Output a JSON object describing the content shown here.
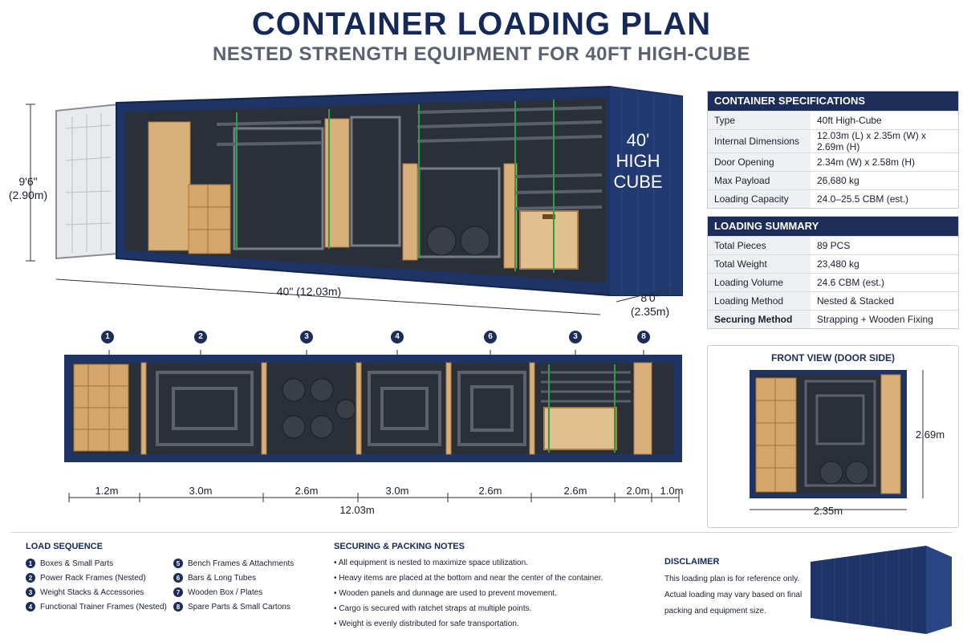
{
  "title": "CONTAINER LOADING PLAN",
  "subtitle": "NESTED STRENGTH EQUIPMENT FOR 40FT HIGH-CUBE",
  "container_label": {
    "line1": "40'",
    "line2": "HIGH",
    "line3": "CUBE"
  },
  "side_view": {
    "height_label": "9'6\"",
    "height_metric": "(2.90m)",
    "length_label": "40\" (12.03m)",
    "width_label": "8'0\"",
    "width_metric": "(2.35m)"
  },
  "specs": {
    "heading": "CONTAINER SPECIFICATIONS",
    "rows": [
      {
        "k": "Type",
        "v": "40ft High-Cube"
      },
      {
        "k": "Internal Dimensions",
        "v": "12.03m (L) x 2.35m (W) x 2.69m (H)"
      },
      {
        "k": "Door Opening",
        "v": "2.34m (W) x 2.58m (H)"
      },
      {
        "k": "Max Payload",
        "v": "26,680 kg"
      },
      {
        "k": "Loading Capacity",
        "v": "24.0–25.5 CBM (est.)"
      }
    ]
  },
  "summary": {
    "heading": "LOADING SUMMARY",
    "rows": [
      {
        "k": "Total Pieces",
        "v": "89 PCS"
      },
      {
        "k": "Total Weight",
        "v": "23,480 kg"
      },
      {
        "k": "Loading Volume",
        "v": "24.6 CBM (est.)"
      },
      {
        "k": "Loading Method",
        "v": "Nested & Stacked"
      },
      {
        "k": "Securing Method",
        "v": "Strapping + Wooden Fixing"
      }
    ]
  },
  "top_view": {
    "markers": [
      "1",
      "2",
      "3",
      "4",
      "6",
      "3",
      "8"
    ],
    "segments": [
      "1.2m",
      "3.0m",
      "2.6m",
      "3.0m",
      "2.6m",
      "2.6m",
      "2.0m",
      "1.0m"
    ],
    "total": "12.03m"
  },
  "front_view": {
    "title": "FRONT VIEW (DOOR SIDE)",
    "height": "2.69m",
    "width": "2.35m"
  },
  "load_sequence": {
    "heading": "LOAD SEQUENCE",
    "items": [
      {
        "n": "1",
        "label": "Boxes & Small Parts"
      },
      {
        "n": "2",
        "label": "Power Rack Frames (Nested)"
      },
      {
        "n": "3",
        "label": "Weight Stacks & Accessories"
      },
      {
        "n": "4",
        "label": "Functional Trainer Frames (Nested)"
      },
      {
        "n": "5",
        "label": "Bench Frames & Attachments"
      },
      {
        "n": "6",
        "label": "Bars & Long Tubes"
      },
      {
        "n": "7",
        "label": "Wooden Box / Plates"
      },
      {
        "n": "8",
        "label": "Spare Parts & Small Cartons"
      }
    ]
  },
  "notes": {
    "heading": "SECURING & PACKING NOTES",
    "items": [
      "• All equipment is nested to maximize space utilization.",
      "• Heavy items are placed at the bottom and near the center of the container.",
      "• Wooden panels and dunnage are used to prevent movement.",
      "• Cargo is secured with ratchet straps at multiple points.",
      "• Weight is evenly distributed for safe transportation."
    ]
  },
  "disclaimer": {
    "heading": "DISCLAIMER",
    "text": "This loading plan is for reference only. Actual loading may vary based on final packing and equipment size."
  },
  "colors": {
    "navy": "#1b2d58",
    "container_blue": "#1e3366",
    "wood": "#d9b07a",
    "frame": "#2b2f36"
  }
}
